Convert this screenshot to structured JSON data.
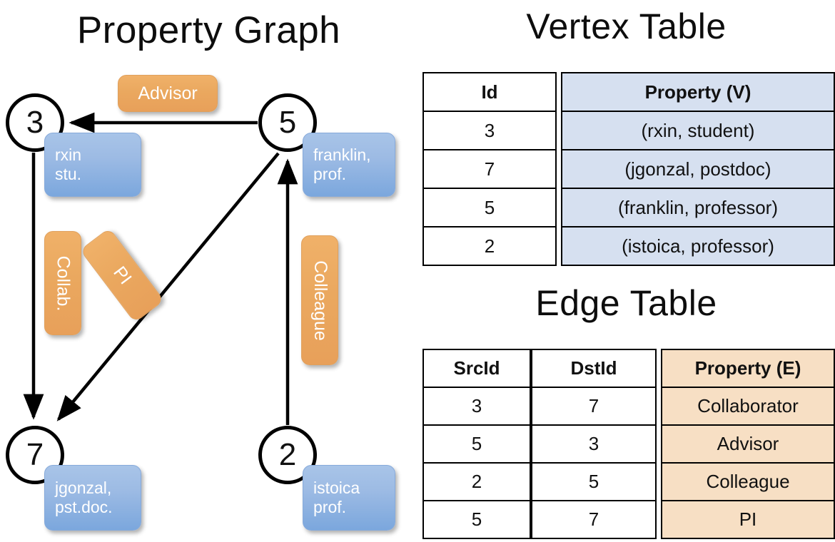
{
  "titles": {
    "property_graph": "Property Graph",
    "vertex_table": "Vertex Table",
    "edge_table": "Edge Table"
  },
  "colors": {
    "vertex_fill": "#d6e0f0",
    "edge_fill": "#f7dfc4",
    "node_property_box": "#9dbbe4",
    "edge_label_box": "#eaa85f",
    "stroke": "#000000",
    "background": "#ffffff"
  },
  "graph": {
    "nodes": [
      {
        "id": "3",
        "property_line1": "rxin",
        "property_line2": "stu."
      },
      {
        "id": "5",
        "property_line1": "franklin,",
        "property_line2": "prof."
      },
      {
        "id": "7",
        "property_line1": "jgonzal,",
        "property_line2": "pst.doc."
      },
      {
        "id": "2",
        "property_line1": "istoica",
        "property_line2": "prof."
      }
    ],
    "edges": [
      {
        "label": "Advisor",
        "src": "5",
        "dst": "3"
      },
      {
        "label": "Collab.",
        "src": "3",
        "dst": "7"
      },
      {
        "label": "PI",
        "src": "5",
        "dst": "7"
      },
      {
        "label": "Colleague",
        "src": "2",
        "dst": "5"
      }
    ]
  },
  "vertex_table": {
    "headers": [
      "Id",
      "Property (V)"
    ],
    "rows": [
      {
        "id": "3",
        "property": "(rxin, student)"
      },
      {
        "id": "7",
        "property": "(jgonzal, postdoc)"
      },
      {
        "id": "5",
        "property": "(franklin, professor)"
      },
      {
        "id": "2",
        "property": "(istoica, professor)"
      }
    ]
  },
  "edge_table": {
    "headers": [
      "SrcId",
      "DstId",
      "Property (E)"
    ],
    "rows": [
      {
        "src": "3",
        "dst": "7",
        "property": "Collaborator"
      },
      {
        "src": "5",
        "dst": "3",
        "property": "Advisor"
      },
      {
        "src": "2",
        "dst": "5",
        "property": "Colleague"
      },
      {
        "src": "5",
        "dst": "7",
        "property": "PI"
      }
    ]
  }
}
